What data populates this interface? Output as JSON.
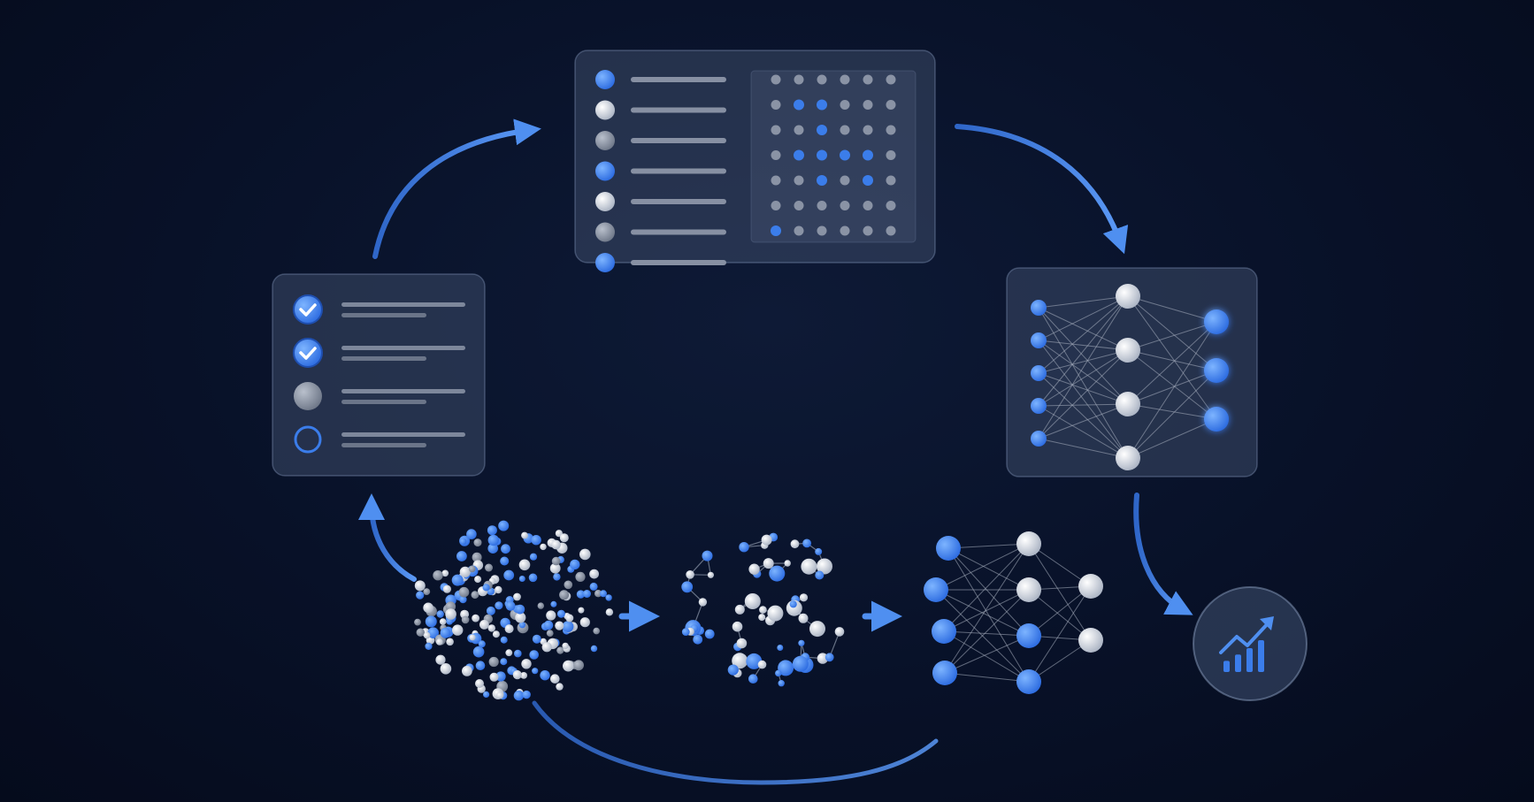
{
  "colors": {
    "background": "#081128",
    "accent": "#3b7dea",
    "accent_light": "#5a98f5",
    "node_light": "#d9dee8",
    "node_gray": "#9aa3b3",
    "panel": "#3c4a68",
    "line": "#7d879b"
  },
  "checklist_panel": {
    "items": [
      {
        "state": "checked",
        "icon": "check-icon"
      },
      {
        "state": "checked",
        "icon": "check-icon"
      },
      {
        "state": "neutral",
        "icon": "circle-filled-icon"
      },
      {
        "state": "empty",
        "icon": "circle-outline-icon"
      }
    ]
  },
  "matrix_panel": {
    "row_markers": [
      "blue",
      "light",
      "gray",
      "blue",
      "light",
      "gray"
    ],
    "dot_grid": [
      [
        0,
        0,
        0,
        0,
        0,
        0
      ],
      [
        0,
        1,
        1,
        0,
        0,
        0
      ],
      [
        0,
        0,
        1,
        0,
        0,
        0
      ],
      [
        0,
        1,
        1,
        1,
        1,
        0
      ],
      [
        0,
        0,
        1,
        0,
        1,
        0
      ],
      [
        0,
        0,
        0,
        0,
        0,
        0
      ],
      [
        1,
        0,
        0,
        0,
        0,
        0
      ]
    ]
  },
  "network_panel": {
    "layers": [
      5,
      4,
      3
    ]
  },
  "bottom_network": {
    "layers": [
      4,
      4,
      2
    ]
  },
  "growth_badge": {
    "icon": "trending-up-chart-icon",
    "bars": [
      0.35,
      0.55,
      0.75,
      1.0
    ]
  },
  "flow": {
    "arrows": [
      "checklist-to-matrix",
      "matrix-to-network",
      "network-to-growth",
      "scatter-to-checklist",
      "scatter-to-cluster",
      "cluster-to-network",
      "loop-back"
    ]
  }
}
